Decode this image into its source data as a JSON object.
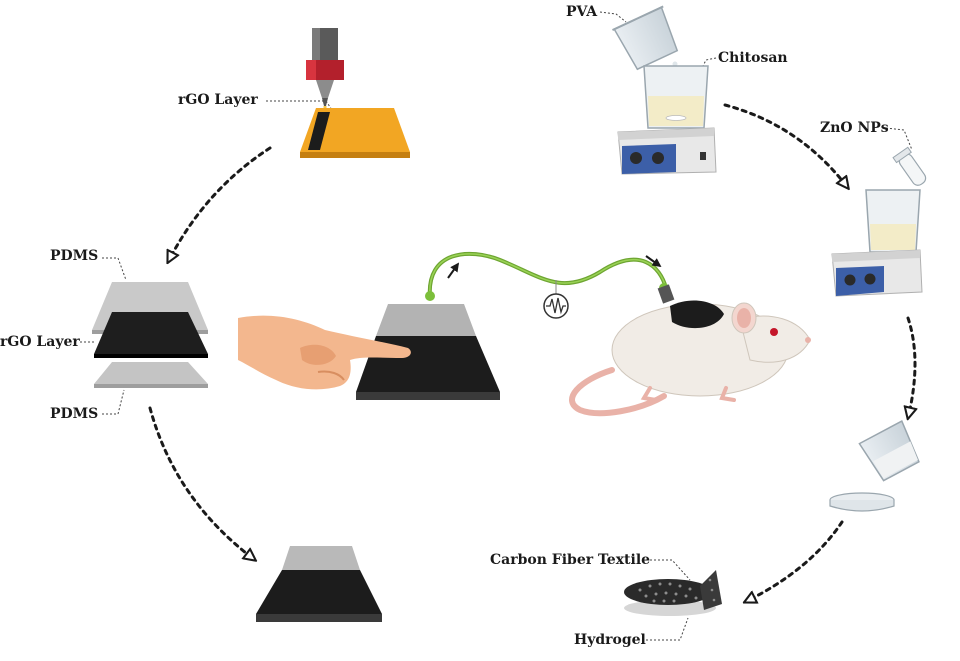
{
  "labels": {
    "rgo_top": "rGO Layer",
    "pdms_top": "PDMS",
    "rgo_mid": "rGO Layer",
    "pdms_bottom": "PDMS",
    "pva": "PVA",
    "chitosan": "Chitosan",
    "zno": "ZnO NPs",
    "carbon_fiber": "Carbon Fiber Textile",
    "hydrogel": "Hydrogel"
  },
  "colors": {
    "arrow": "#1a1a1a",
    "pdms": "#bdbdbd",
    "rgo": "#1c1c1c",
    "substrate": "#f2a623",
    "cable": "#7cbf3b",
    "stirrer_body": "#e8e8e8",
    "stirrer_panel": "#3c5fa8",
    "solution": "#f3ecc8",
    "skin": "#f3b78e",
    "mouse": "#f1ece6",
    "mouse_tail": "#e9b2a8"
  }
}
